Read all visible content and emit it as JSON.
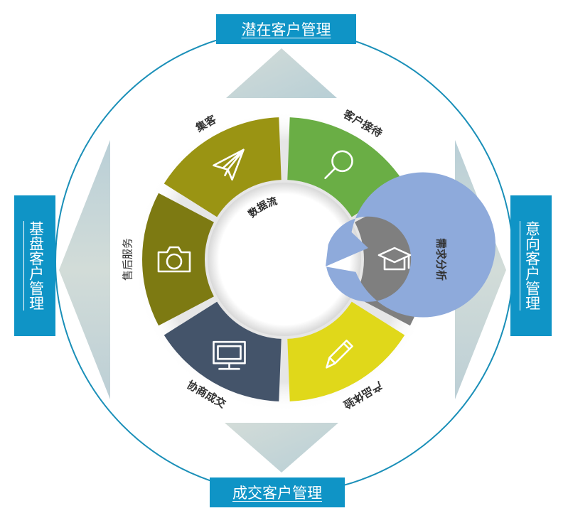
{
  "outer_labels": {
    "top": "潜在客户管理",
    "right": "意向客户管理",
    "bottom": "成交客户管理",
    "left": "基盘客户管理"
  },
  "center": {
    "label": "数据流",
    "arrow_color": "#8eaadb"
  },
  "segments": [
    {
      "label": "集客",
      "icon": "paper-plane-icon",
      "color": "#9a9413"
    },
    {
      "label": "客户接待",
      "icon": "magnifier-icon",
      "color": "#6aae45"
    },
    {
      "label": "需求分析",
      "icon": "graduation-cap-icon",
      "color": "#7f7f7f"
    },
    {
      "label": "产品体验",
      "icon": "pencil-icon",
      "color": "#e0d81a"
    },
    {
      "label": "协商成交",
      "icon": "monitor-icon",
      "color": "#44546a"
    },
    {
      "label": "售后服务",
      "icon": "camera-icon",
      "color": "#7d7a12"
    }
  ],
  "colors": {
    "accent": "#0f94c6",
    "outer_circle": "#1a8fb8",
    "arrow_shape": "#c9d8d8"
  }
}
